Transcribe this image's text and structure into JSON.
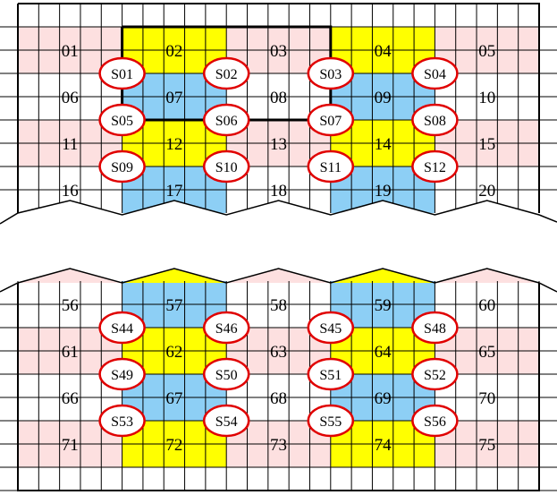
{
  "top_panel": {
    "cells": [
      [
        "01",
        "02",
        "03",
        "04",
        "05"
      ],
      [
        "06",
        "07",
        "08",
        "09",
        "10"
      ],
      [
        "11",
        "12",
        "13",
        "14",
        "15"
      ],
      [
        "16",
        "17",
        "18",
        "19",
        "20"
      ]
    ],
    "seats": [
      [
        "S01",
        "S02",
        "S03",
        "S04"
      ],
      [
        "S05",
        "S06",
        "S07",
        "S08"
      ],
      [
        "S09",
        "S10",
        "S11",
        "S12"
      ]
    ]
  },
  "bottom_panel": {
    "cells": [
      [
        "56",
        "57",
        "58",
        "59",
        "60"
      ],
      [
        "61",
        "62",
        "63",
        "64",
        "65"
      ],
      [
        "66",
        "67",
        "68",
        "69",
        "70"
      ],
      [
        "71",
        "72",
        "73",
        "74",
        "75"
      ]
    ],
    "seats": [
      [
        "S44",
        "S46",
        "S45",
        "S48"
      ],
      [
        "S49",
        "S50",
        "S51",
        "S52"
      ],
      [
        "S53",
        "S54",
        "S55",
        "S56"
      ]
    ]
  },
  "colors": {
    "pink": "#fde0e0",
    "yellow": "#ffff00",
    "blue": "#8dcff5",
    "white": "#ffffff",
    "seat_ring": "#e00000",
    "grid": "#000000"
  }
}
